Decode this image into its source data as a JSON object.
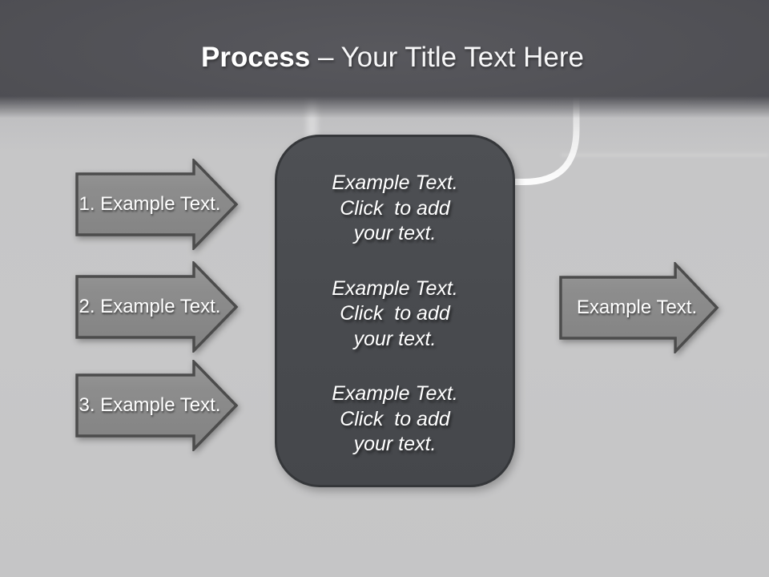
{
  "title": {
    "bold": "Process",
    "rest": " – Your Title Text Here"
  },
  "left_arrows": [
    {
      "label": "1. Example Text."
    },
    {
      "label": "2. Example Text."
    },
    {
      "label": "3. Example Text."
    }
  ],
  "center_box": {
    "blocks": [
      "Example Text.\nClick  to add\nyour text.",
      "Example Text.\nClick  to add\nyour text.",
      "Example Text.\nClick  to add\nyour text."
    ]
  },
  "right_arrow": {
    "label": "Example Text."
  },
  "colors": {
    "header_dark": "#4d4d52",
    "background": "#c6c6c7",
    "arrow_fill": "#8b8b8b",
    "arrow_outline": "#4c4c4c",
    "center_box_fill": "#494b4f",
    "center_box_outline": "#35373a",
    "text": "#ffffff"
  }
}
